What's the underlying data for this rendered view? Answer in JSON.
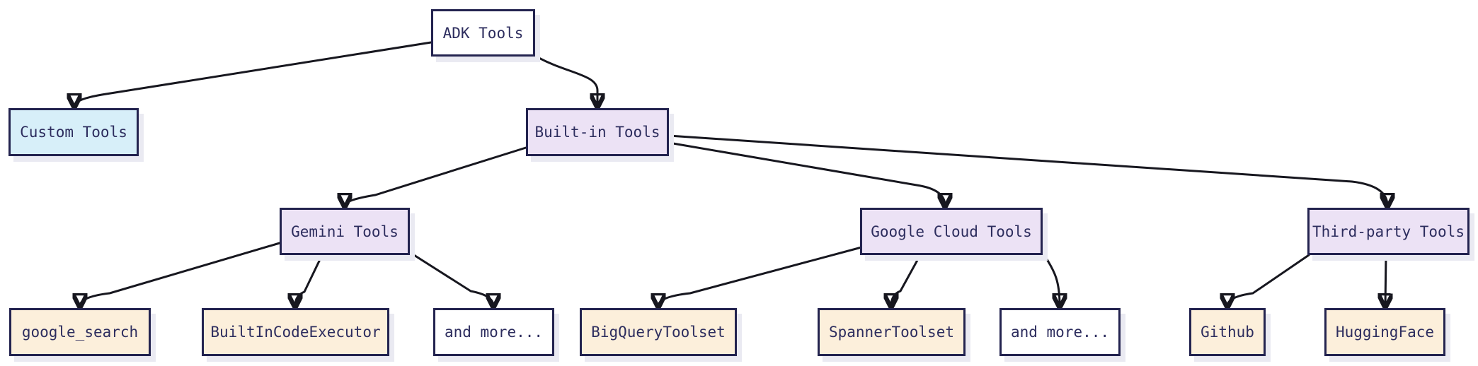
{
  "diagram_type": "flowchart",
  "nodes": {
    "adk": {
      "label": "ADK Tools",
      "fill": "#ffffff"
    },
    "custom": {
      "label": "Custom Tools",
      "fill": "#d7eff9"
    },
    "builtin": {
      "label": "Built-in Tools",
      "fill": "#ece2f5"
    },
    "gemini": {
      "label": "Gemini Tools",
      "fill": "#ece2f5"
    },
    "gcloud": {
      "label": "Google Cloud Tools",
      "fill": "#ece2f5"
    },
    "thirdparty": {
      "label": "Third-party Tools",
      "fill": "#ece2f5"
    },
    "google_search": {
      "label": "google_search",
      "fill": "#fcefdb"
    },
    "code_executor": {
      "label": "BuiltInCodeExecutor",
      "fill": "#fcefdb"
    },
    "gemini_more": {
      "label": "and more...",
      "fill": "#ffffff"
    },
    "bigquery": {
      "label": "BigQueryToolset",
      "fill": "#fcefdb"
    },
    "spanner": {
      "label": "SpannerToolset",
      "fill": "#fcefdb"
    },
    "gcloud_more": {
      "label": "and more...",
      "fill": "#ffffff"
    },
    "github": {
      "label": "Github",
      "fill": "#fcefdb"
    },
    "huggingface": {
      "label": "HuggingFace",
      "fill": "#fcefdb"
    }
  },
  "edges": [
    {
      "from": "ADK Tools",
      "to": "Custom Tools"
    },
    {
      "from": "ADK Tools",
      "to": "Built-in Tools"
    },
    {
      "from": "Built-in Tools",
      "to": "Gemini Tools"
    },
    {
      "from": "Built-in Tools",
      "to": "Google Cloud Tools"
    },
    {
      "from": "Built-in Tools",
      "to": "Third-party Tools"
    },
    {
      "from": "Gemini Tools",
      "to": "google_search"
    },
    {
      "from": "Gemini Tools",
      "to": "BuiltInCodeExecutor"
    },
    {
      "from": "Gemini Tools",
      "to": "and more..."
    },
    {
      "from": "Google Cloud Tools",
      "to": "BigQueryToolset"
    },
    {
      "from": "Google Cloud Tools",
      "to": "SpannerToolset"
    },
    {
      "from": "Google Cloud Tools",
      "to": "and more..."
    },
    {
      "from": "Third-party Tools",
      "to": "Github"
    },
    {
      "from": "Third-party Tools",
      "to": "HuggingFace"
    }
  ],
  "colors": {
    "background": "#ffffff",
    "node_border": "#23234f",
    "node_text": "#2d2d5e",
    "edge_line": "#17171f",
    "fill_cyan": "#d7eff9",
    "fill_lavender": "#ece2f5",
    "fill_peach": "#fcefdb",
    "fill_white": "#ffffff",
    "shadow": "#eaeaf2"
  }
}
